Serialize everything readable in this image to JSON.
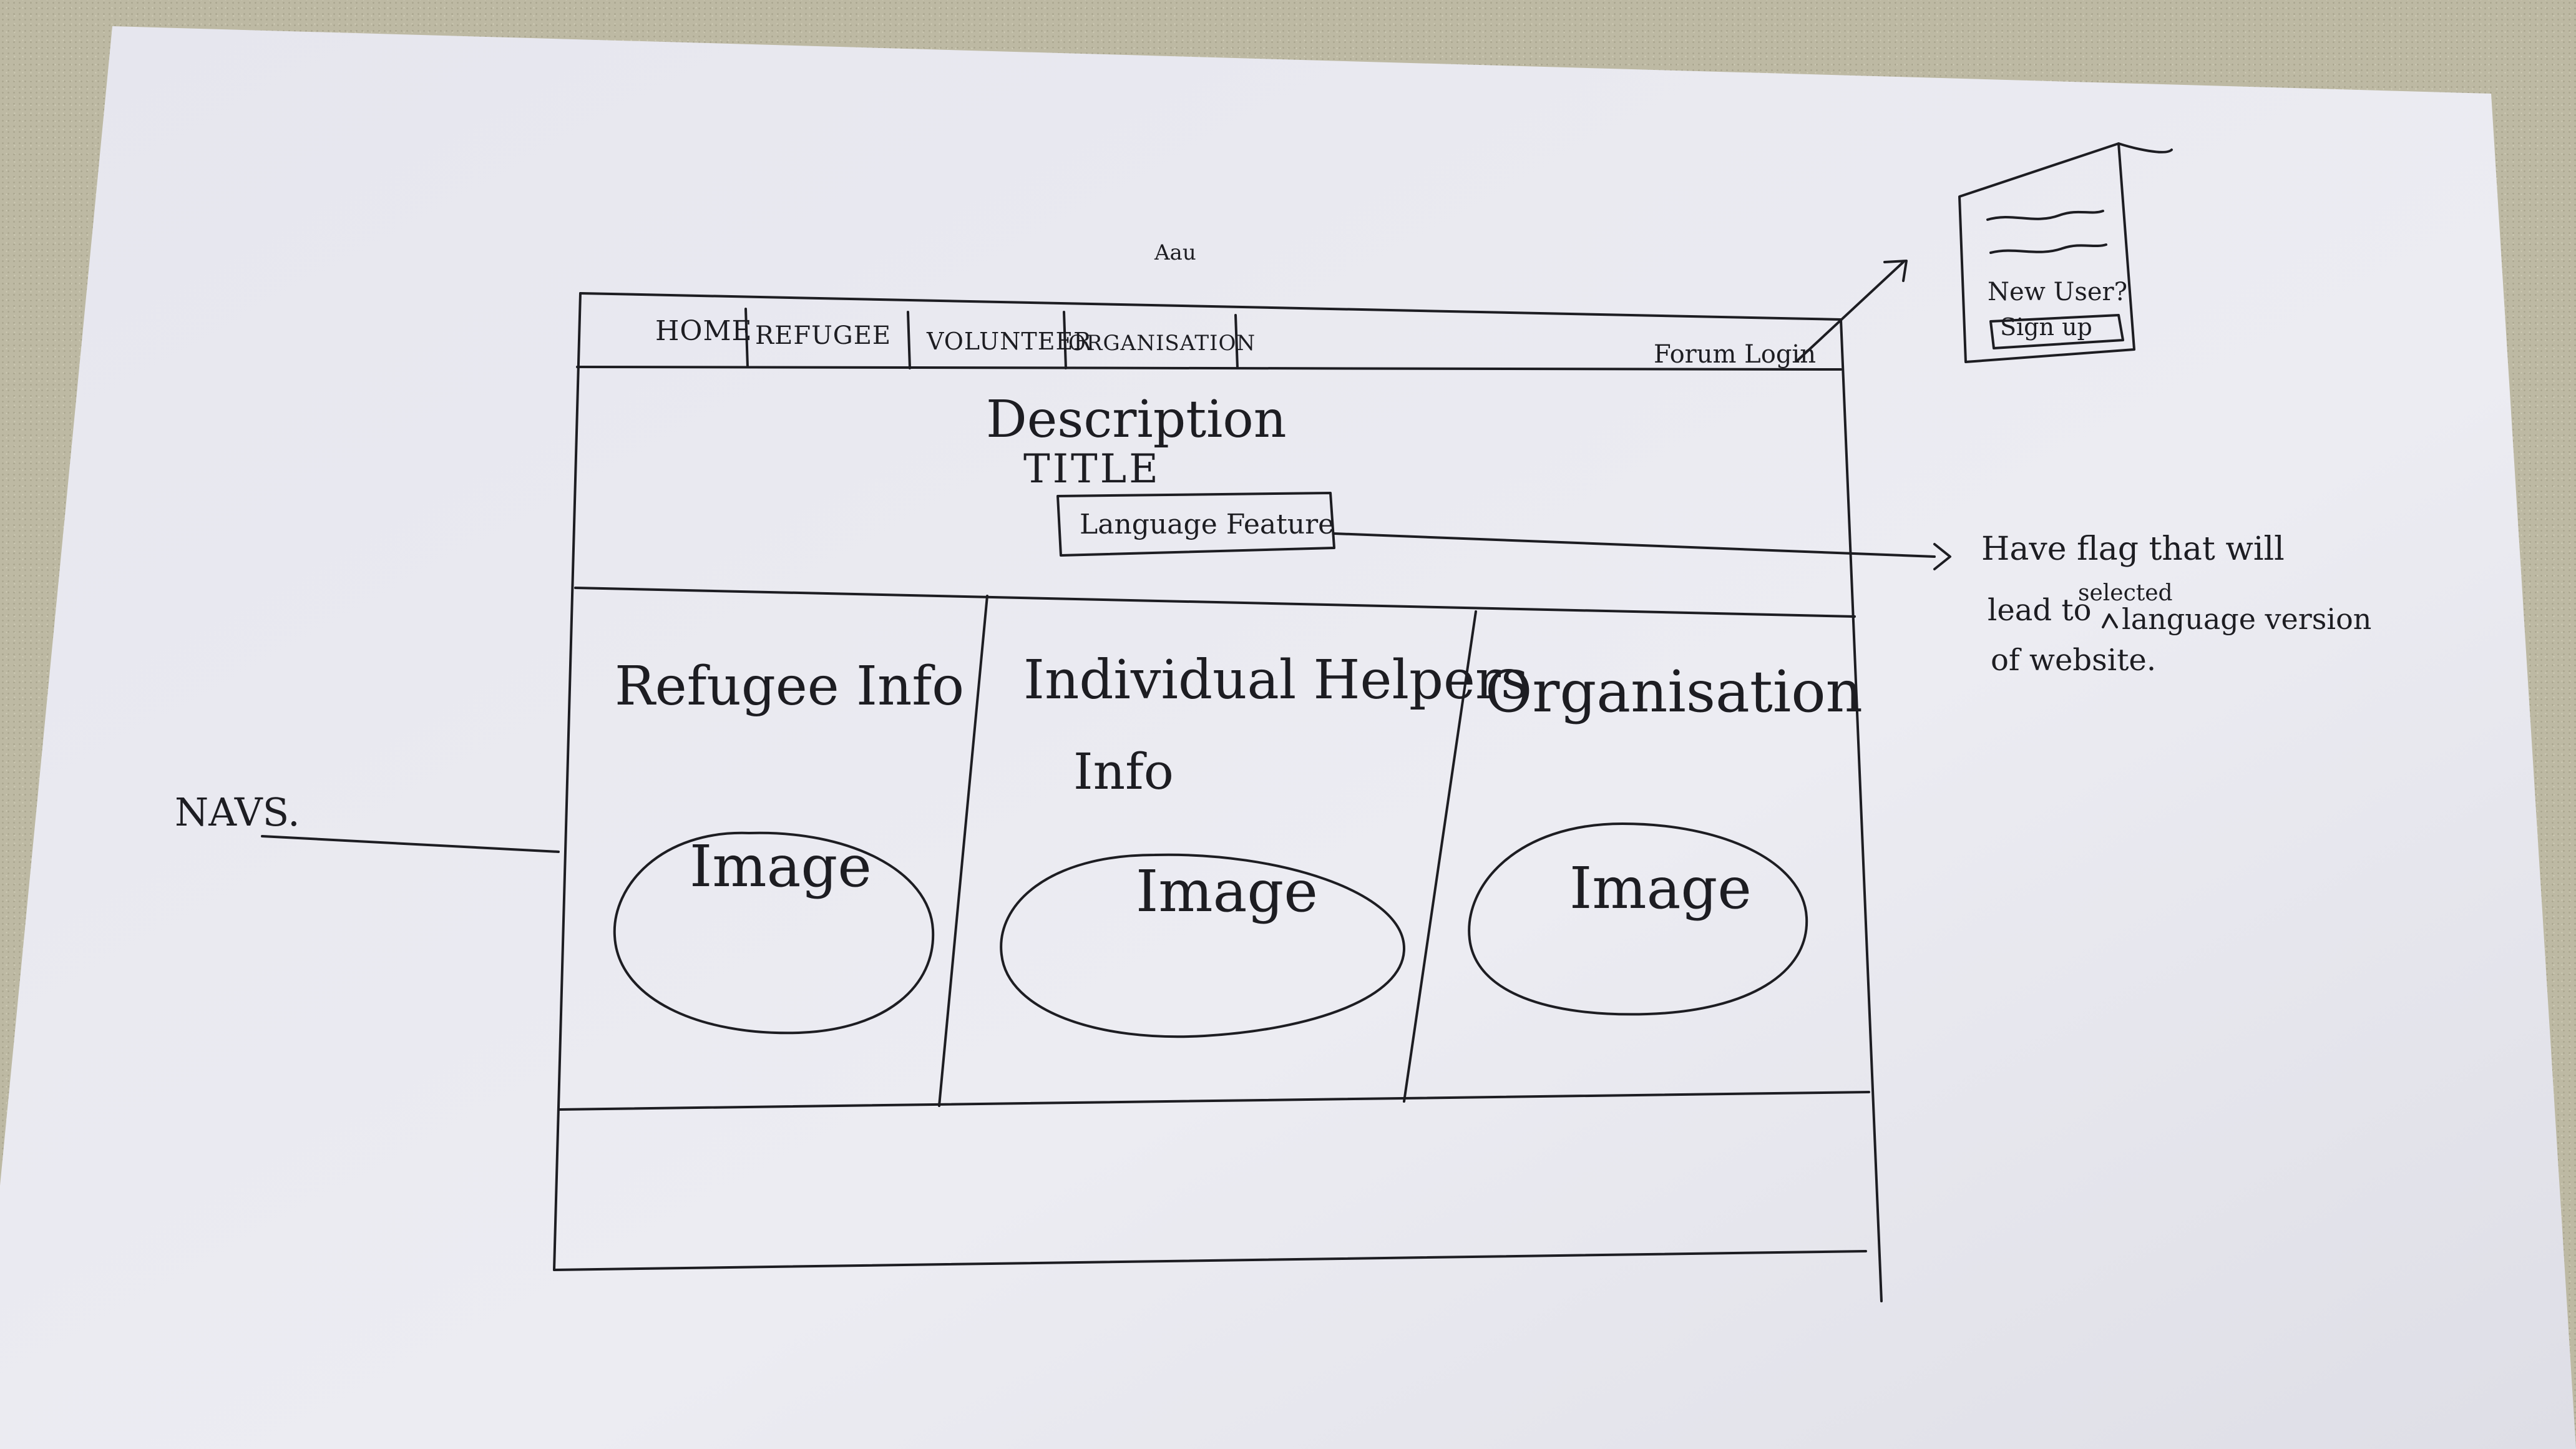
{
  "page": {
    "top_mark": "Aau"
  },
  "navbar": {
    "items": [
      "HOME",
      "REFUGEE",
      "VOLUNTEER",
      "ORGANISATION"
    ],
    "login_label": "Forum Login"
  },
  "hero": {
    "description": "Description",
    "title": "TITLE",
    "language_button": "Language Feature"
  },
  "columns": [
    {
      "heading_line1": "Refugee Info",
      "heading_line2": "",
      "image_label": "Image"
    },
    {
      "heading_line1": "Individual Helpers",
      "heading_line2": "Info",
      "image_label": "Image"
    },
    {
      "heading_line1": "Organisation",
      "heading_line2": "",
      "image_label": "Image"
    }
  ],
  "annotations": {
    "navs_label": "NAVS.",
    "flag_note_line1": "Have flag that will",
    "flag_note_line2": "lead to",
    "flag_note_inserted": "selected",
    "flag_note_line3": "language version",
    "flag_note_line4": "of website."
  },
  "login_popup": {
    "new_user": "New User?",
    "signup_button": "Sign up"
  },
  "colors": {
    "ink": "#1d1d22",
    "paper": "#e9e9ef",
    "background": "#bdb9a3"
  }
}
